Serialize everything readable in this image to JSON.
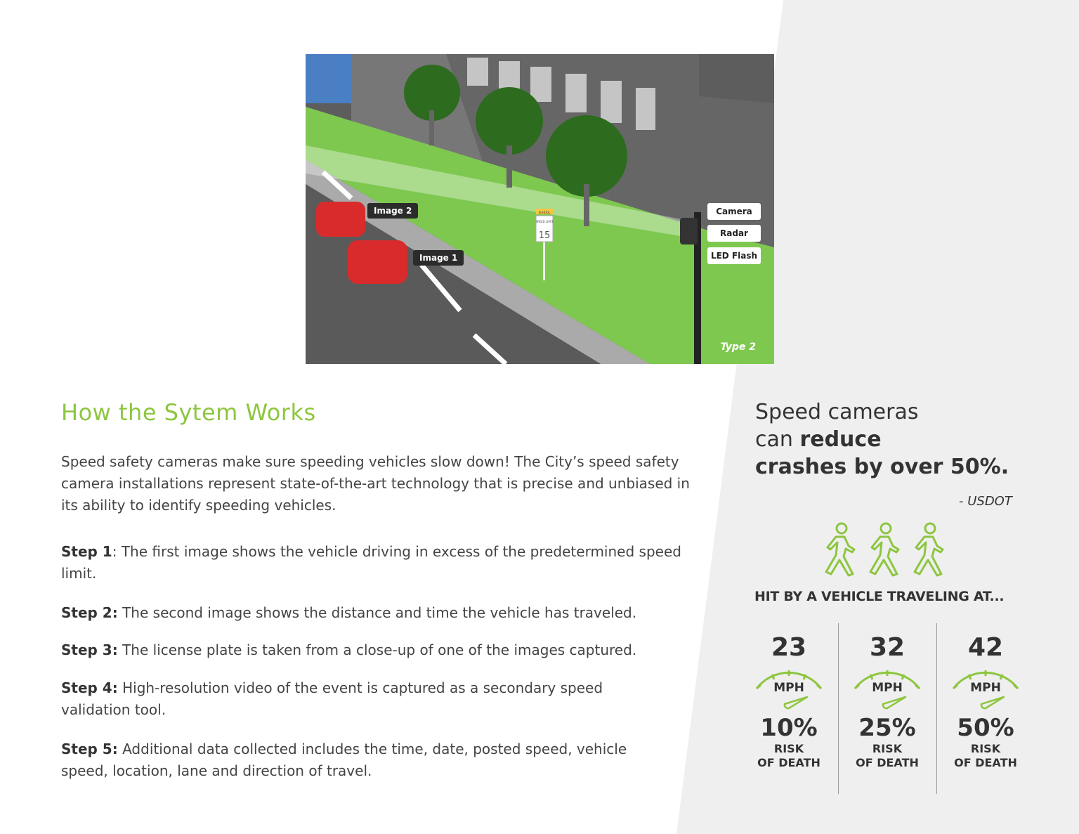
{
  "illustration": {
    "labels": {
      "image2": "Image 2",
      "image1": "Image 1",
      "camera": "Camera",
      "radar": "Radar",
      "led": "LED Flash",
      "type": "Type 2"
    },
    "sign": {
      "top": "SCHOOL",
      "speed": "SPEED LIMIT",
      "limit": "15"
    }
  },
  "section": {
    "title": "How the Sytem Works",
    "intro": "Speed safety cameras make sure speeding vehicles slow down! The City’s speed safety camera installations represent state-of-the-art technology that is precise and unbiased in its ability to identify speeding vehicles.",
    "steps": [
      {
        "label": "Step 1",
        "text": ": The first image shows the vehicle driving in excess of the predetermined speed limit."
      },
      {
        "label": "Step 2:",
        "text": " The second image shows the distance and time the vehicle has traveled."
      },
      {
        "label": "Step 3:",
        "text": " The license plate is taken from a close-up of one of the images captured."
      },
      {
        "label": "Step 4:",
        "text": " High-resolution video of the event is captured as a secondary speed validation tool."
      },
      {
        "label": "Step 5:",
        "text": " Additional data collected includes the time, date, posted speed, vehicle speed, location, lane and direction of travel."
      }
    ]
  },
  "sidebar": {
    "quote_l1": "Speed cameras",
    "quote_l2a": "can ",
    "quote_l2b": "reduce",
    "quote_l3": "crashes by over 50%.",
    "source": "- USDOT",
    "hit": "HIT BY A VEHICLE TRAVELING AT...",
    "stats": [
      {
        "speed": "23",
        "unit": "MPH",
        "pct": "10%",
        "risk1": "RISK",
        "risk2": "OF DEATH"
      },
      {
        "speed": "32",
        "unit": "MPH",
        "pct": "25%",
        "risk1": "RISK",
        "risk2": "OF DEATH"
      },
      {
        "speed": "42",
        "unit": "MPH",
        "pct": "50%",
        "risk1": "RISK",
        "risk2": "OF DEATH"
      }
    ]
  },
  "colors": {
    "accent": "#8dc63f",
    "text": "#444444",
    "panel": "#efefef"
  }
}
